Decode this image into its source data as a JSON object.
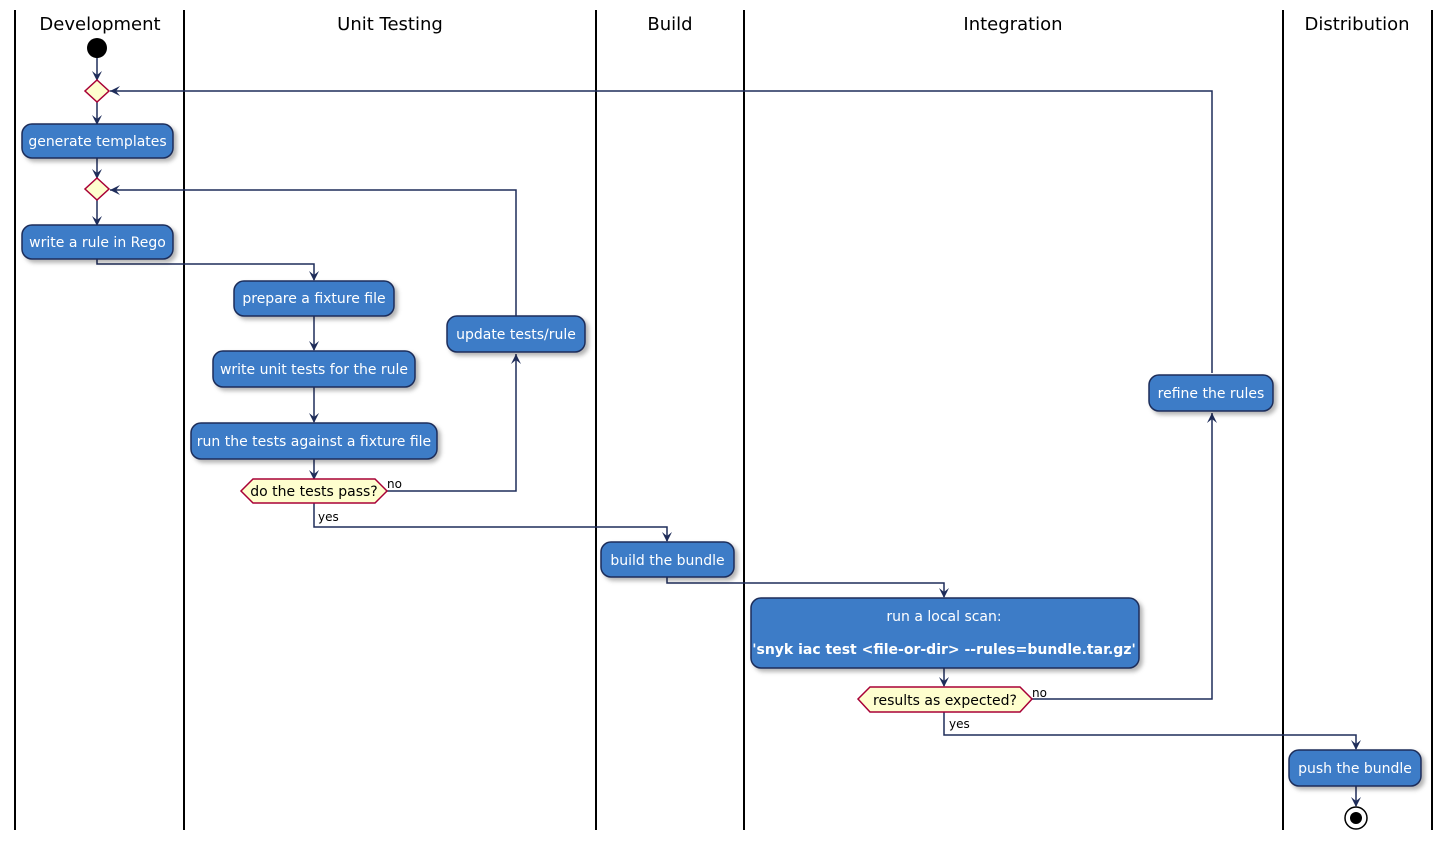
{
  "lanes": {
    "development": "Development",
    "unit_testing": "Unit Testing",
    "build": "Build",
    "integration": "Integration",
    "distribution": "Distribution"
  },
  "activities": {
    "generate_templates": "generate templates",
    "write_rule": "write a rule in Rego",
    "prepare_fixture": "prepare a fixture file",
    "write_unit_tests": "write unit tests for the rule",
    "run_tests": "run the tests against a fixture file",
    "update_tests": "update tests/rule",
    "build_bundle": "build the bundle",
    "local_scan_line1": "run a local scan:",
    "local_scan_line2": "'snyk iac test <file-or-dir> --rules=bundle.tar.gz'",
    "refine_rules": "refine the rules",
    "push_bundle": "push the bundle"
  },
  "decisions": {
    "tests_pass": "do the tests pass?",
    "results_expected": "results as expected?"
  },
  "guards": {
    "tests_no": "no",
    "tests_yes": "yes",
    "results_no": "no",
    "results_yes": "yes"
  },
  "colors": {
    "activity_fill": "#3d7bc7",
    "edge": "#1f2d5a",
    "decision_fill": "#fefece",
    "decision_stroke": "#a80036",
    "lane_line": "#000000"
  }
}
